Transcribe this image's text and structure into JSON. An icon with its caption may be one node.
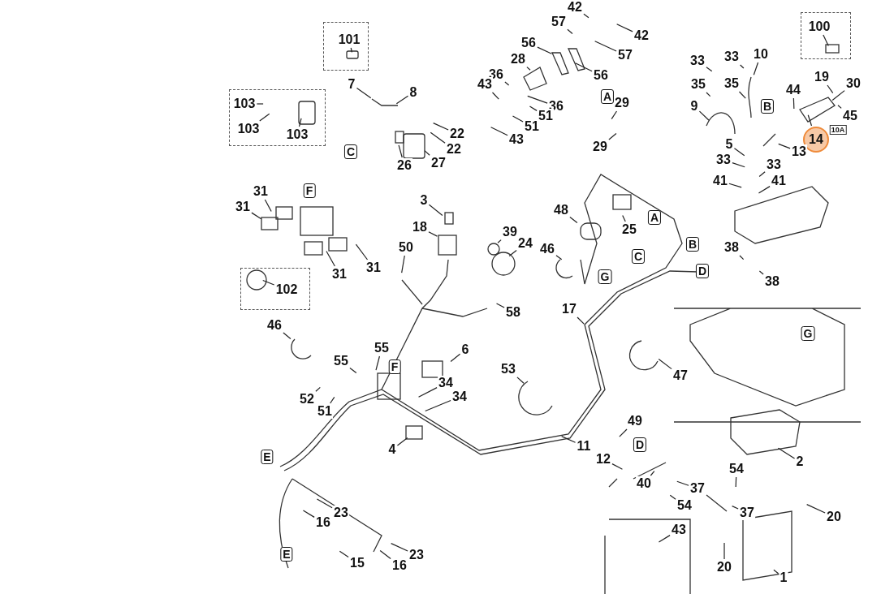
{
  "diagram": {
    "nodes": [
      {
        "text": [],
        "shape": "box"
      },
      {
        "text": [
          "100"
        ],
        "in": 0
      },
      {
        "text": [],
        "shape": "box"
      },
      {
        "text": [
          "101"
        ],
        "in": 2
      },
      {
        "text": [],
        "shape": "box"
      },
      {
        "text": [
          "103"
        ],
        "in": 4
      },
      {
        "text": [
          "103"
        ],
        "in": 4
      },
      {
        "text": [
          "103"
        ],
        "in": 4
      },
      {
        "text": [],
        "shape": "box"
      },
      {
        "text": [
          "102"
        ],
        "in": 8
      },
      {
        "text": [
          "42"
        ]
      },
      {
        "text": [
          "57"
        ]
      },
      {
        "text": [
          "42"
        ]
      },
      {
        "text": [
          "57"
        ]
      },
      {
        "text": [
          "56"
        ]
      },
      {
        "text": [
          "28"
        ]
      },
      {
        "text": [
          "56"
        ]
      },
      {
        "text": [
          "36"
        ]
      },
      {
        "text": [
          "43"
        ]
      },
      {
        "text": [
          "36"
        ]
      },
      {
        "text": [
          "51"
        ]
      },
      {
        "text": [
          "51"
        ]
      },
      {
        "text": [
          "43"
        ]
      },
      {
        "text": [
          "29"
        ]
      },
      {
        "text": [
          "29"
        ]
      },
      {
        "text": [
          "7"
        ]
      },
      {
        "text": [
          "8"
        ]
      },
      {
        "text": [
          "22"
        ]
      },
      {
        "text": [
          "22"
        ]
      },
      {
        "text": [
          "26"
        ]
      },
      {
        "text": [
          "27"
        ]
      },
      {
        "text": [
          "33"
        ]
      },
      {
        "text": [
          "35"
        ]
      },
      {
        "text": [
          "33"
        ]
      },
      {
        "text": [
          "35"
        ]
      },
      {
        "text": [
          "10"
        ]
      },
      {
        "text": [
          "9"
        ]
      },
      {
        "text": [
          "44"
        ]
      },
      {
        "text": [
          "19"
        ]
      },
      {
        "text": [
          "30"
        ]
      },
      {
        "text": [
          "45"
        ]
      },
      {
        "text": [
          "14"
        ]
      },
      {
        "text": [
          "5"
        ]
      },
      {
        "text": [
          "13"
        ]
      },
      {
        "text": [
          "33"
        ]
      },
      {
        "text": [
          "33"
        ]
      },
      {
        "text": [
          "41"
        ]
      },
      {
        "text": [
          "41"
        ]
      },
      {
        "text": [
          "38"
        ]
      },
      {
        "text": [
          "38"
        ]
      },
      {
        "text": [
          "31"
        ]
      },
      {
        "text": [
          "31"
        ]
      },
      {
        "text": [
          "31"
        ]
      },
      {
        "text": [
          "31"
        ]
      },
      {
        "text": [
          "3"
        ]
      },
      {
        "text": [
          "18"
        ]
      },
      {
        "text": [
          "50"
        ]
      },
      {
        "text": [
          "39"
        ]
      },
      {
        "text": [
          "24"
        ]
      },
      {
        "text": [
          "46"
        ]
      },
      {
        "text": [
          "58"
        ]
      },
      {
        "text": [
          "48"
        ]
      },
      {
        "text": [
          "25"
        ]
      },
      {
        "text": [
          "46"
        ]
      },
      {
        "text": [
          "55"
        ]
      },
      {
        "text": [
          "55"
        ]
      },
      {
        "text": [
          "6"
        ]
      },
      {
        "text": [
          "34"
        ]
      },
      {
        "text": [
          "34"
        ]
      },
      {
        "text": [
          "52"
        ]
      },
      {
        "text": [
          "51"
        ]
      },
      {
        "text": [
          "53"
        ]
      },
      {
        "text": [
          "17"
        ]
      },
      {
        "text": [
          "47"
        ]
      },
      {
        "text": [
          "4"
        ]
      },
      {
        "text": [
          "11"
        ]
      },
      {
        "text": [
          "49"
        ]
      },
      {
        "text": [
          "12"
        ]
      },
      {
        "text": [
          "40"
        ]
      },
      {
        "text": [
          "37"
        ]
      },
      {
        "text": [
          "54"
        ]
      },
      {
        "text": [
          "54"
        ]
      },
      {
        "text": [
          "37"
        ]
      },
      {
        "text": [
          "20"
        ]
      },
      {
        "text": [
          "43"
        ]
      },
      {
        "text": [
          "20"
        ]
      },
      {
        "text": [
          "1"
        ]
      },
      {
        "text": [
          "2"
        ]
      },
      {
        "text": [
          "23"
        ]
      },
      {
        "text": [
          "16"
        ]
      },
      {
        "text": [
          "23"
        ]
      },
      {
        "text": [
          "16"
        ]
      },
      {
        "text": [
          "15"
        ]
      },
      {
        "text": [
          "A"
        ]
      },
      {
        "text": [
          "B"
        ]
      },
      {
        "text": [
          "C"
        ]
      },
      {
        "text": [
          "F"
        ]
      },
      {
        "text": [
          "A"
        ]
      },
      {
        "text": [
          "B"
        ]
      },
      {
        "text": [
          "C"
        ]
      },
      {
        "text": [
          "D"
        ]
      },
      {
        "text": [
          "G"
        ]
      },
      {
        "text": [
          "F"
        ]
      },
      {
        "text": [
          "G"
        ]
      },
      {
        "text": [
          "E"
        ]
      },
      {
        "text": [
          "D"
        ]
      },
      {
        "text": [
          "E"
        ]
      }
    ],
    "edges": [
      {
        "from": 1,
        "to": null,
        "arrow": "none"
      },
      {
        "from": 3,
        "to": null,
        "arrow": "none"
      },
      {
        "from": 5,
        "to": null,
        "arrow": "none"
      },
      {
        "from": 6,
        "to": null,
        "arrow": "none"
      },
      {
        "from": 7,
        "to": null,
        "arrow": "none"
      },
      {
        "from": 9,
        "to": null,
        "arrow": "none"
      },
      {
        "from": 10,
        "to": null,
        "arrow": "none"
      },
      {
        "from": 11,
        "to": null,
        "arrow": "none"
      },
      {
        "from": 12,
        "to": null,
        "arrow": "none"
      },
      {
        "from": 13,
        "to": null,
        "arrow": "none"
      },
      {
        "from": 14,
        "to": null,
        "arrow": "none"
      },
      {
        "from": 15,
        "to": null,
        "arrow": "none"
      },
      {
        "from": 16,
        "to": null,
        "arrow": "none"
      },
      {
        "from": 17,
        "to": null,
        "arrow": "none"
      },
      {
        "from": 18,
        "to": null,
        "arrow": "none"
      },
      {
        "from": 19,
        "to": null,
        "arrow": "none"
      },
      {
        "from": 20,
        "to": null,
        "arrow": "none"
      },
      {
        "from": 21,
        "to": null,
        "arrow": "none"
      },
      {
        "from": 22,
        "to": null,
        "arrow": "none"
      },
      {
        "from": 23,
        "to": null,
        "arrow": "none"
      },
      {
        "from": 24,
        "to": null,
        "arrow": "none"
      },
      {
        "from": 25,
        "to": null,
        "arrow": "none"
      },
      {
        "from": 26,
        "to": null,
        "arrow": "none"
      },
      {
        "from": 27,
        "to": null,
        "arrow": "none"
      },
      {
        "from": 28,
        "to": null,
        "arrow": "none"
      },
      {
        "from": 29,
        "to": null,
        "arrow": "none"
      },
      {
        "from": 30,
        "to": null,
        "arrow": "none"
      },
      {
        "from": 31,
        "to": null,
        "arrow": "none"
      },
      {
        "from": 32,
        "to": null,
        "arrow": "none"
      },
      {
        "from": 33,
        "to": null,
        "arrow": "none"
      },
      {
        "from": 34,
        "to": null,
        "arrow": "none"
      },
      {
        "from": 35,
        "to": null,
        "arrow": "none"
      },
      {
        "from": 36,
        "to": null,
        "arrow": "none"
      },
      {
        "from": 37,
        "to": null,
        "arrow": "none"
      },
      {
        "from": 38,
        "to": null,
        "arrow": "none"
      },
      {
        "from": 39,
        "to": null,
        "arrow": "none"
      },
      {
        "from": 40,
        "to": null,
        "arrow": "none"
      },
      {
        "from": 41,
        "to": null,
        "arrow": "none"
      },
      {
        "from": 42,
        "to": null,
        "arrow": "none"
      },
      {
        "from": 43,
        "to": null,
        "arrow": "none"
      },
      {
        "from": 44,
        "to": null,
        "arrow": "none"
      },
      {
        "from": 45,
        "to": null,
        "arrow": "none"
      },
      {
        "from": 46,
        "to": null,
        "arrow": "none"
      },
      {
        "from": 47,
        "to": null,
        "arrow": "none"
      },
      {
        "from": 48,
        "to": null,
        "arrow": "none"
      },
      {
        "from": 49,
        "to": null,
        "arrow": "none"
      },
      {
        "from": 50,
        "to": null,
        "arrow": "none"
      },
      {
        "from": 51,
        "to": null,
        "arrow": "none"
      },
      {
        "from": 52,
        "to": null,
        "arrow": "none"
      },
      {
        "from": 53,
        "to": null,
        "arrow": "none"
      },
      {
        "from": 54,
        "to": null,
        "arrow": "none"
      },
      {
        "from": 55,
        "to": null,
        "arrow": "none"
      },
      {
        "from": 56,
        "to": null,
        "arrow": "none"
      },
      {
        "from": 57,
        "to": null,
        "arrow": "none"
      },
      {
        "from": 58,
        "to": null,
        "arrow": "none"
      },
      {
        "from": 59,
        "to": null,
        "arrow": "none"
      },
      {
        "from": 60,
        "to": null,
        "arrow": "none"
      },
      {
        "from": 61,
        "to": null,
        "arrow": "none"
      },
      {
        "from": 62,
        "to": null,
        "arrow": "none"
      },
      {
        "from": 63,
        "to": null,
        "arrow": "none"
      },
      {
        "from": 64,
        "to": null,
        "arrow": "none"
      },
      {
        "from": 65,
        "to": null,
        "arrow": "none"
      },
      {
        "from": 66,
        "to": null,
        "arrow": "none"
      },
      {
        "from": 67,
        "to": null,
        "arrow": "none"
      },
      {
        "from": 68,
        "to": null,
        "arrow": "none"
      },
      {
        "from": 69,
        "to": null,
        "arrow": "none"
      },
      {
        "from": 70,
        "to": null,
        "arrow": "none"
      },
      {
        "from": 71,
        "to": null,
        "arrow": "none"
      },
      {
        "from": 72,
        "to": null,
        "arrow": "none"
      },
      {
        "from": 73,
        "to": null,
        "arrow": "none"
      },
      {
        "from": 74,
        "to": null,
        "arrow": "none"
      },
      {
        "from": 75,
        "to": null,
        "arrow": "none"
      },
      {
        "from": 76,
        "to": null,
        "arrow": "none"
      },
      {
        "from": 77,
        "to": null,
        "arrow": "none"
      },
      {
        "from": 78,
        "to": null,
        "arrow": "none"
      },
      {
        "from": 79,
        "to": null,
        "arrow": "none"
      },
      {
        "from": 80,
        "to": null,
        "arrow": "none"
      },
      {
        "from": 81,
        "to": null,
        "arrow": "none"
      },
      {
        "from": 82,
        "to": null,
        "arrow": "none"
      },
      {
        "from": 83,
        "to": null,
        "arrow": "none"
      },
      {
        "from": 84,
        "to": null,
        "arrow": "none"
      },
      {
        "from": 85,
        "to": null,
        "arrow": "none"
      },
      {
        "from": 86,
        "to": null,
        "arrow": "none"
      },
      {
        "from": 87,
        "to": null,
        "arrow": "none"
      },
      {
        "from": 88,
        "to": null,
        "arrow": "none"
      },
      {
        "from": 89,
        "to": null,
        "arrow": "none"
      },
      {
        "from": 90,
        "to": null,
        "arrow": "none"
      },
      {
        "from": 91,
        "to": null,
        "arrow": "none"
      },
      {
        "from": 92,
        "to": null,
        "arrow": "none"
      }
    ],
    "labels": [
      "10A"
    ]
  }
}
